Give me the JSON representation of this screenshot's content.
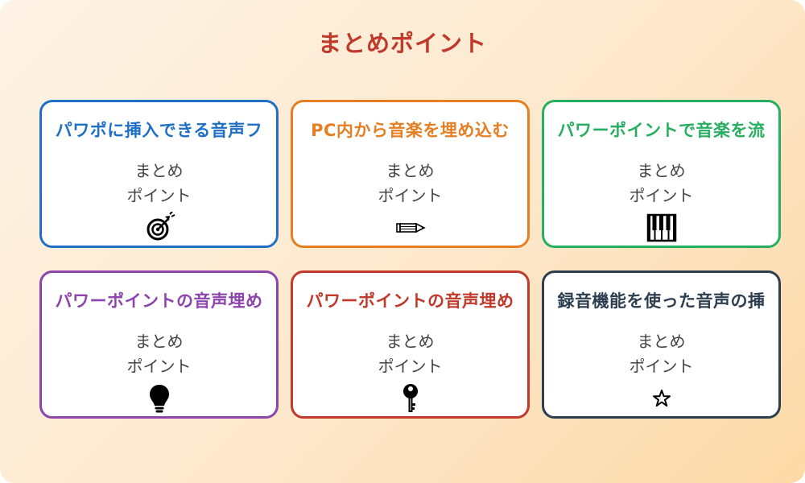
{
  "title": "まとめポイント",
  "cards": [
    {
      "title": "パワポに挿入できる音声フ",
      "line1": "まとめ",
      "line2": "ポイント",
      "icon": "target-arrow-icon",
      "color": "#1f6fc5"
    },
    {
      "title": "PC内から音楽を埋め込む",
      "line1": "まとめ",
      "line2": "ポイント",
      "icon": "pencil-icon",
      "color": "#e67e22"
    },
    {
      "title": "パワーポイントで音楽を流",
      "line1": "まとめ",
      "line2": "ポイント",
      "icon": "piano-keys-icon",
      "color": "#27ae60"
    },
    {
      "title": "パワーポイントの音声埋め",
      "line1": "まとめ",
      "line2": "ポイント",
      "icon": "lightbulb-icon",
      "color": "#8e44ad"
    },
    {
      "title": "パワーポイントの音声埋め",
      "line1": "まとめ",
      "line2": "ポイント",
      "icon": "key-icon",
      "color": "#c0392b"
    },
    {
      "title": "録音機能を使った音声の挿",
      "line1": "まとめ",
      "line2": "ポイント",
      "icon": "star-icon",
      "color": "#2c3e50"
    }
  ]
}
